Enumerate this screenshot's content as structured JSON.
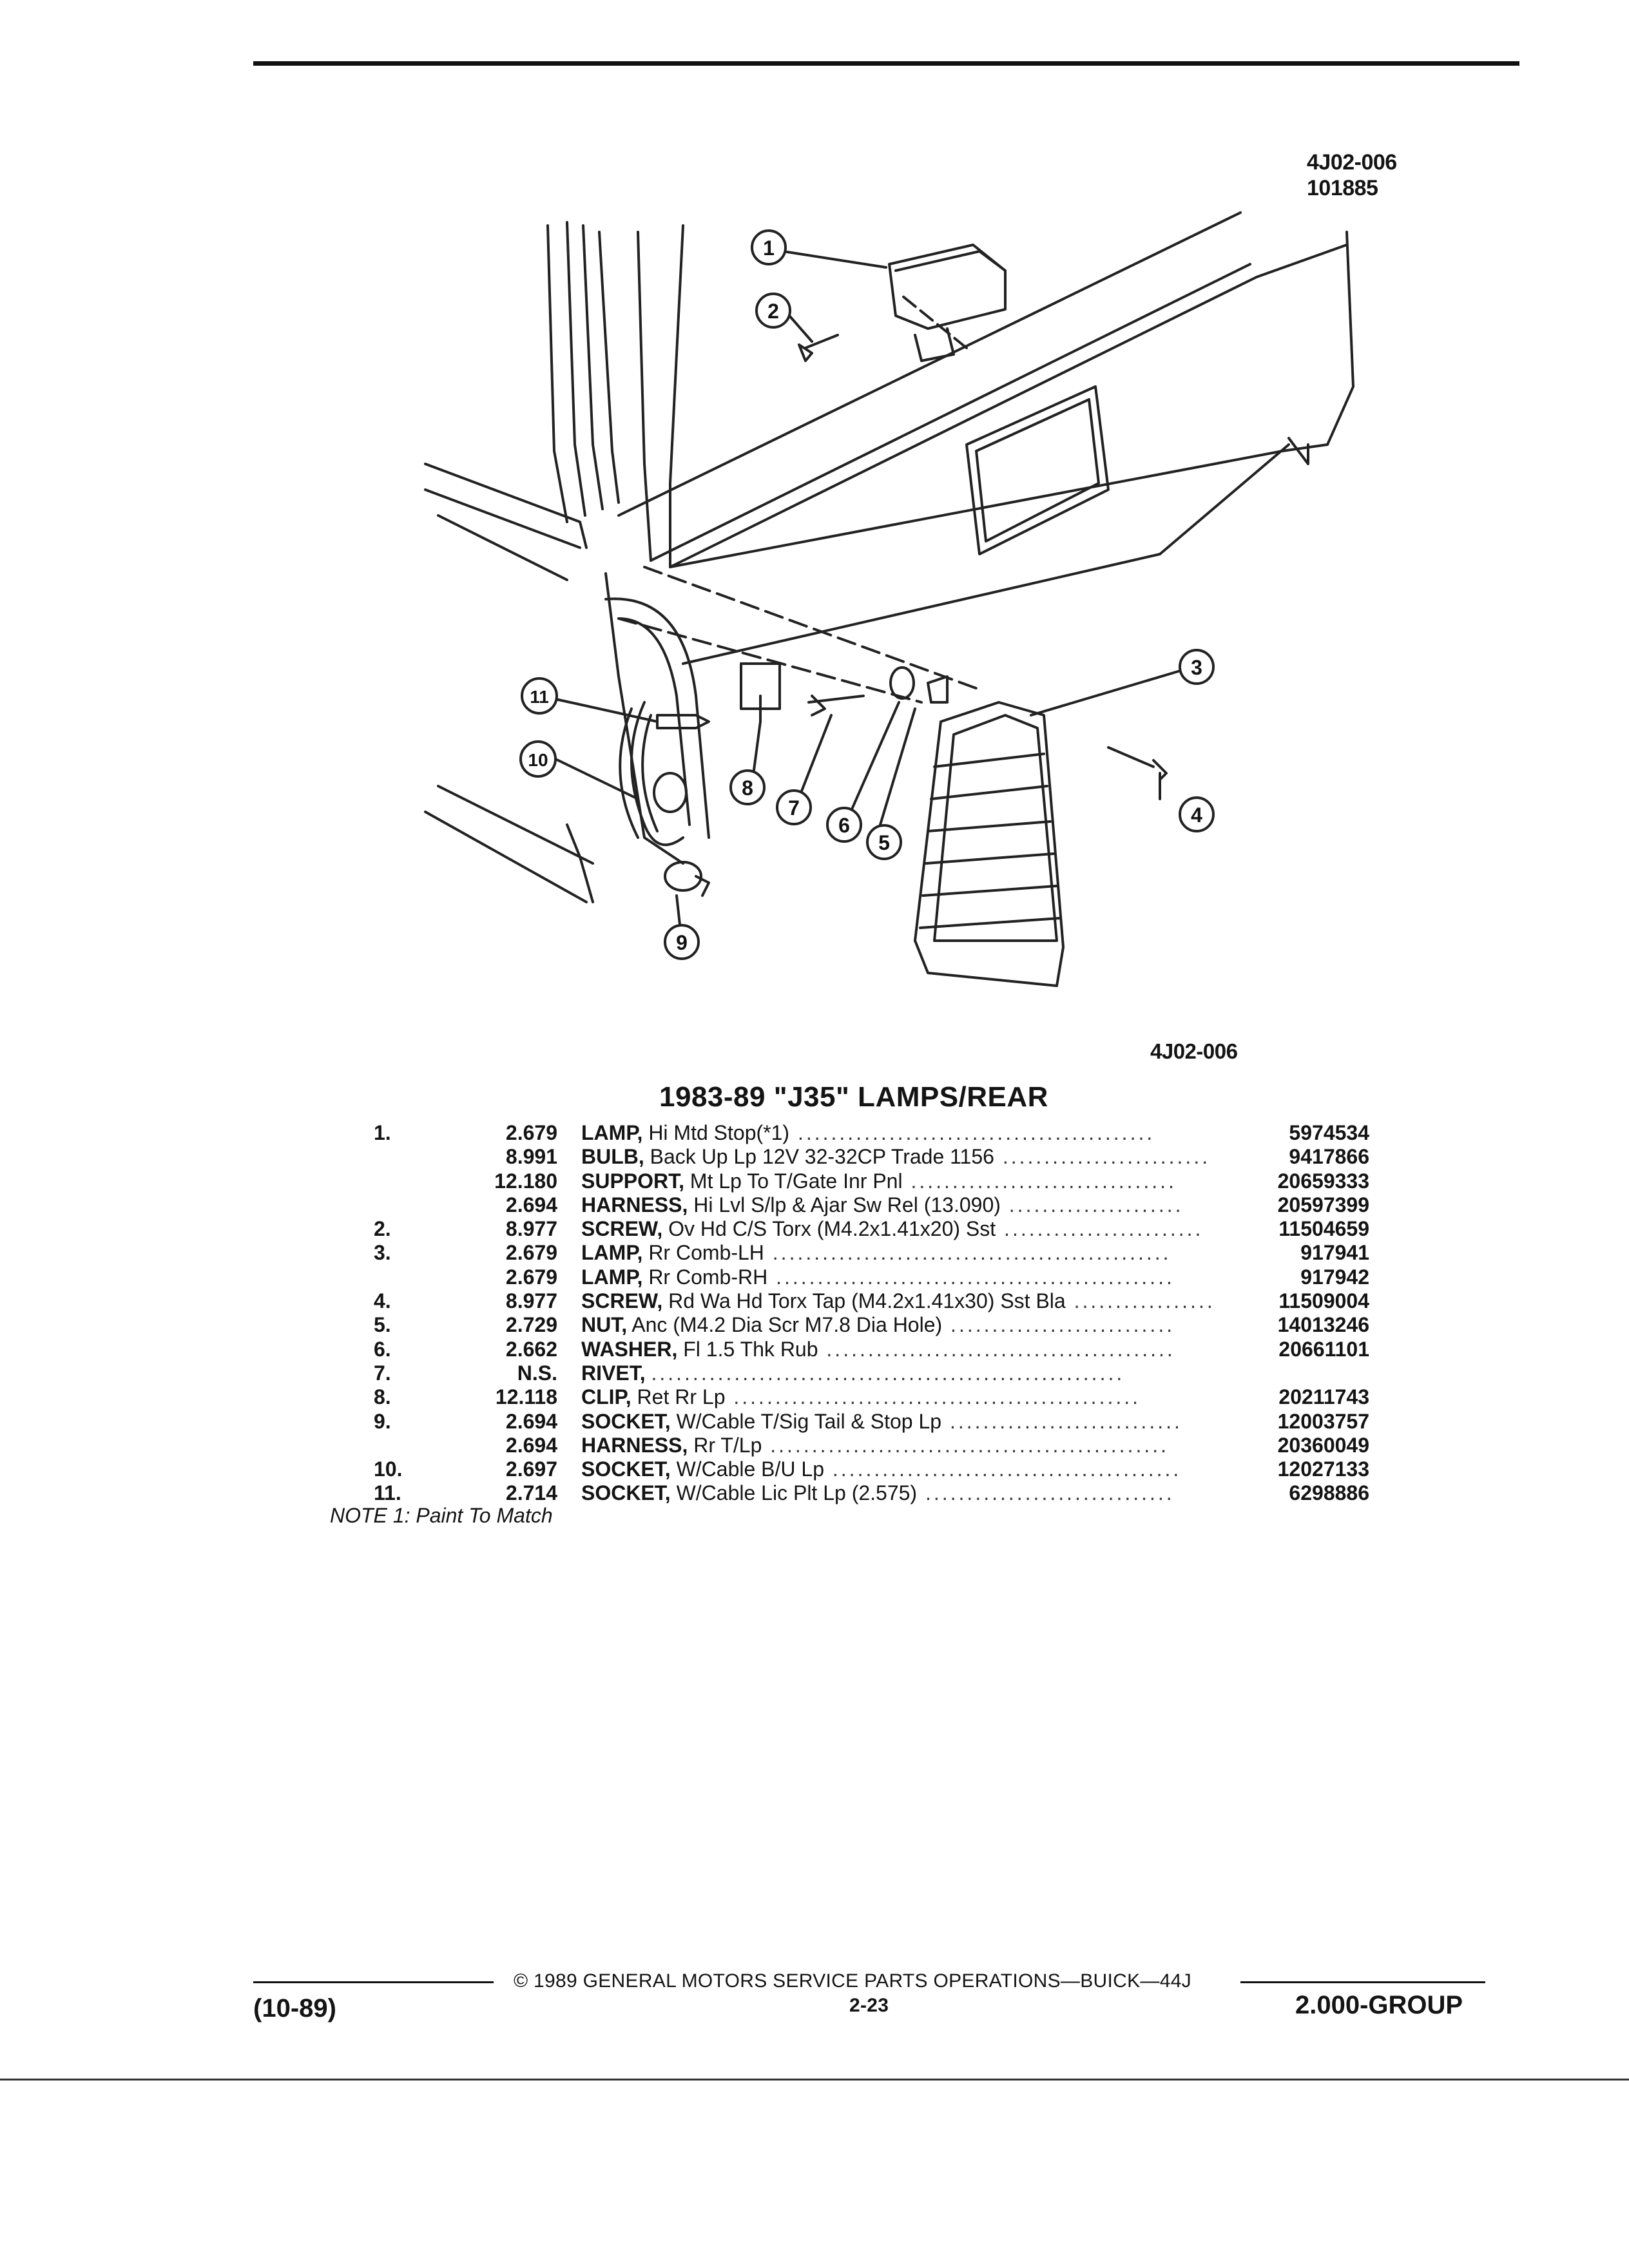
{
  "figure": {
    "ref_code_top": "4J02-006",
    "ref_date_top": "101885",
    "ref_code_bottom": "4J02-006",
    "callouts": [
      "1",
      "2",
      "3",
      "4",
      "5",
      "6",
      "7",
      "8",
      "9",
      "10",
      "11"
    ]
  },
  "section": {
    "title": "1983-89 \"J35\" LAMPS/REAR"
  },
  "parts": [
    {
      "num": "1.",
      "group": "2.679",
      "name": "LAMP,",
      "desc": "Hi Mtd Stop(*1)",
      "part": "5974534"
    },
    {
      "num": "",
      "group": "8.991",
      "name": "BULB,",
      "desc": "Back Up Lp 12V 32-32CP Trade 1156",
      "part": "9417866"
    },
    {
      "num": "",
      "group": "12.180",
      "name": "SUPPORT,",
      "desc": "Mt Lp To T/Gate Inr Pnl",
      "part": "20659333"
    },
    {
      "num": "",
      "group": "2.694",
      "name": "HARNESS,",
      "desc": "Hi Lvl S/lp & Ajar Sw Rel (13.090)",
      "part": "20597399"
    },
    {
      "num": "2.",
      "group": "8.977",
      "name": "SCREW,",
      "desc": "Ov Hd C/S Torx (M4.2x1.41x20) Sst",
      "part": "11504659"
    },
    {
      "num": "3.",
      "group": "2.679",
      "name": "LAMP,",
      "desc": "Rr Comb-LH",
      "part": "917941"
    },
    {
      "num": "",
      "group": "2.679",
      "name": "LAMP,",
      "desc": "Rr Comb-RH",
      "part": "917942"
    },
    {
      "num": "4.",
      "group": "8.977",
      "name": "SCREW,",
      "desc": "Rd Wa Hd Torx Tap (M4.2x1.41x30) Sst Bla",
      "part": "11509004"
    },
    {
      "num": "5.",
      "group": "2.729",
      "name": "NUT,",
      "desc": "Anc (M4.2 Dia Scr M7.8 Dia Hole)",
      "part": "14013246"
    },
    {
      "num": "6.",
      "group": "2.662",
      "name": "WASHER,",
      "desc": "Fl 1.5 Thk Rub",
      "part": "20661101"
    },
    {
      "num": "7.",
      "group": "N.S.",
      "name": "RIVET,",
      "desc": "",
      "part": ""
    },
    {
      "num": "8.",
      "group": "12.118",
      "name": "CLIP,",
      "desc": "Ret Rr Lp",
      "part": "20211743"
    },
    {
      "num": "9.",
      "group": "2.694",
      "name": "SOCKET,",
      "desc": "W/Cable T/Sig Tail & Stop Lp",
      "part": "12003757"
    },
    {
      "num": "",
      "group": "2.694",
      "name": "HARNESS,",
      "desc": "Rr T/Lp",
      "part": "20360049"
    },
    {
      "num": "10.",
      "group": "2.697",
      "name": "SOCKET,",
      "desc": "W/Cable B/U Lp",
      "part": "12027133"
    },
    {
      "num": "11.",
      "group": "2.714",
      "name": "SOCKET,",
      "desc": "W/Cable Lic Plt Lp (2.575)",
      "part": "6298886"
    }
  ],
  "note": "NOTE 1: Paint To Match",
  "footer": {
    "copyright": "© 1989 GENERAL MOTORS SERVICE PARTS OPERATIONS—BUICK—44J",
    "page": "2-23",
    "date": "(10-89)",
    "group": "2.000-GROUP"
  }
}
